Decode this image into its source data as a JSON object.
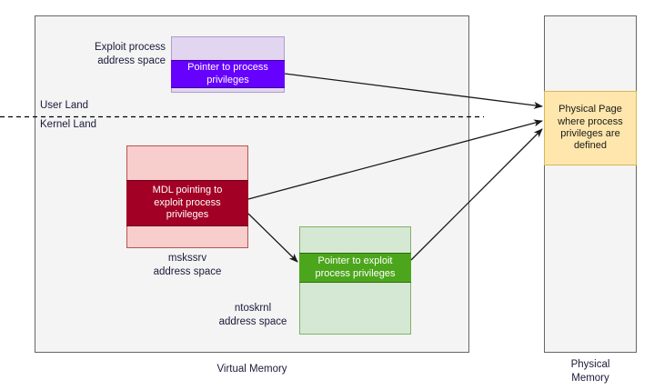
{
  "diagram": {
    "title_virtual": "Virtual Memory",
    "title_physical": "Physical\nMemory",
    "user_land_label": "User Land",
    "kernel_land_label": "Kernel Land",
    "blocks": {
      "exploit": {
        "side_label": "Exploit process\naddress space",
        "band_text": "Pointer to process\nprivileges",
        "outer_color": "#e1d5f0",
        "outer_border": "#b09ccc",
        "band_color": "#6600ff",
        "band_border": "#3b0099",
        "band_text_color": "#ffffff"
      },
      "mskssrv": {
        "caption": "mskssrv\naddress space",
        "band_text": "MDL pointing to\nexploit process\nprivileges",
        "outer_color": "#f8cecc",
        "outer_border": "#b85450",
        "band_color": "#a20025",
        "band_border": "#6d0019",
        "band_text_color": "#ffffff"
      },
      "ntoskrnl": {
        "caption": "ntoskrnl\naddress space",
        "band_text": "Pointer to exploit\nprocess privileges",
        "outer_color": "#d5e8d4",
        "outer_border": "#82b366",
        "band_color": "#4ca61c",
        "band_border": "#2d6b0f",
        "band_text_color": "#ffffff"
      },
      "physical_page": {
        "band_text": "Physical Page\nwhere process\nprivileges are\ndefined",
        "outer_color": "#f4f4f4",
        "outer_border": "#666666",
        "band_color": "#ffe6ac",
        "band_border": "#d6b656",
        "band_text_color": "#1a1a1a"
      }
    },
    "arrows": [
      {
        "name": "exploit-pointer-to-physical-page"
      },
      {
        "name": "mdl-to-physical-page"
      },
      {
        "name": "mdl-to-ntoskrnl-pointer"
      },
      {
        "name": "ntoskrnl-pointer-to-physical-page"
      }
    ],
    "colors": {
      "arrow": "#1a1a1a",
      "divider": "#000000",
      "frame": "#666666"
    }
  }
}
